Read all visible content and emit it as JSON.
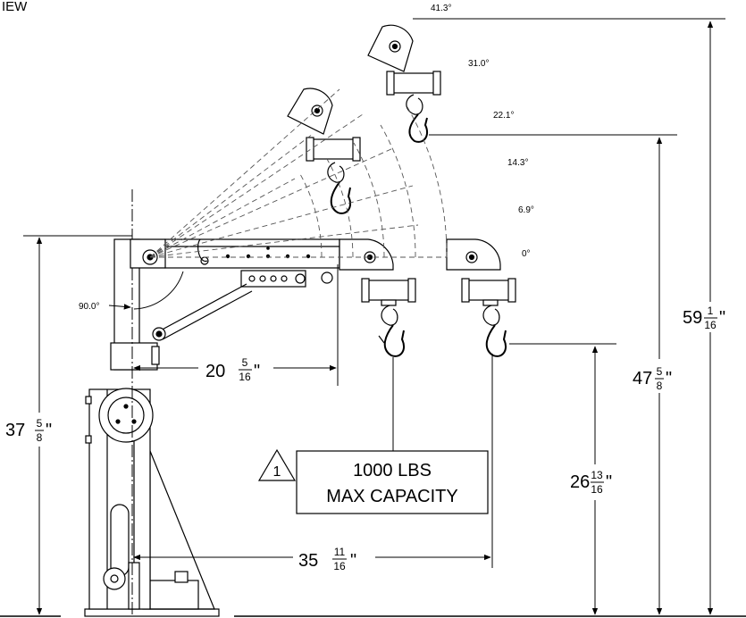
{
  "view_label": "IEW",
  "angles": [
    "41.3°",
    "31.0°",
    "22.1°",
    "14.3°",
    "6.9°",
    "0°"
  ],
  "boom_angle": "90.0°",
  "dimensions": {
    "overall_height": {
      "whole": "59",
      "num": "1",
      "den": "16",
      "unit": "\""
    },
    "hook_height_max": {
      "whole": "47",
      "num": "5",
      "den": "8",
      "unit": "\""
    },
    "hook_height_min": {
      "whole": "26",
      "num": "13",
      "den": "16",
      "unit": "\""
    },
    "mast_height": {
      "whole": "37",
      "num": "5",
      "den": "8",
      "unit": "\""
    },
    "reach_min": {
      "whole": "20",
      "num": "5",
      "den": "16",
      "unit": "\""
    },
    "reach_max": {
      "whole": "35",
      "num": "11",
      "den": "16",
      "unit": "\""
    }
  },
  "capacity_note": {
    "callout": "1",
    "line1": "1000 LBS",
    "line2": "MAX CAPACITY"
  }
}
